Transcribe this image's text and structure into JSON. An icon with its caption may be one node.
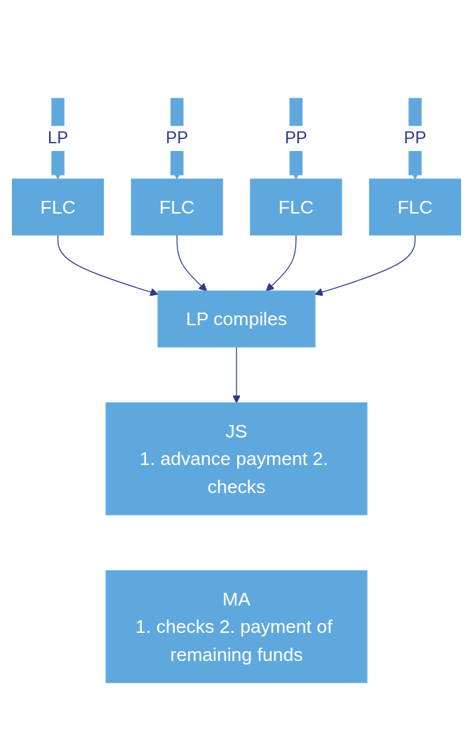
{
  "diagram": {
    "nodes": [
      {
        "text": [
          "FLC"
        ]
      },
      {
        "text": [
          "FLC"
        ]
      },
      {
        "text": [
          "FLC"
        ]
      },
      {
        "text": [
          "FLC"
        ]
      },
      {
        "text": [
          "LP compiles"
        ]
      },
      {
        "text": [
          "JS",
          "1. advance payment 2. checks"
        ]
      },
      {
        "text": [
          "MA",
          "1. checks 2. payment of remaining funds"
        ]
      }
    ],
    "edges": [
      {
        "from": null,
        "to": 0,
        "arrow": "to",
        "label": "LP",
        "style": "thick",
        "color": "#5fa8de"
      },
      {
        "from": null,
        "to": 1,
        "arrow": "to",
        "label": "PP",
        "style": "thick",
        "color": "#5fa8de"
      },
      {
        "from": null,
        "to": 2,
        "arrow": "to",
        "label": "PP",
        "style": "thick",
        "color": "#5fa8de"
      },
      {
        "from": null,
        "to": 3,
        "arrow": "to",
        "label": "PP",
        "style": "thick",
        "color": "#5fa8de"
      },
      {
        "from": 0,
        "to": 4,
        "arrow": "to"
      },
      {
        "from": 1,
        "to": 4,
        "arrow": "to"
      },
      {
        "from": 2,
        "to": 4,
        "arrow": "to"
      },
      {
        "from": 3,
        "to": 4,
        "arrow": "to"
      },
      {
        "from": 4,
        "to": 5,
        "arrow": "to"
      }
    ]
  }
}
